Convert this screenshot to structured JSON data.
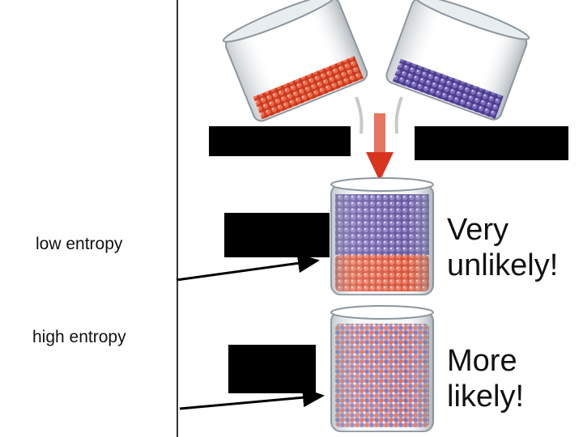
{
  "left_labels": {
    "low": "low entropy",
    "high": "high entropy"
  },
  "right_labels": {
    "top": [
      "Very",
      "unlikely!"
    ],
    "bottom": [
      "More",
      "likely!"
    ]
  },
  "colors": {
    "red_marbles": "#e0452b",
    "blue_marbles": "#5b4aa0",
    "arrow": "#e03a2a",
    "glass": "#cfd6dc",
    "redaction": "#000000"
  }
}
